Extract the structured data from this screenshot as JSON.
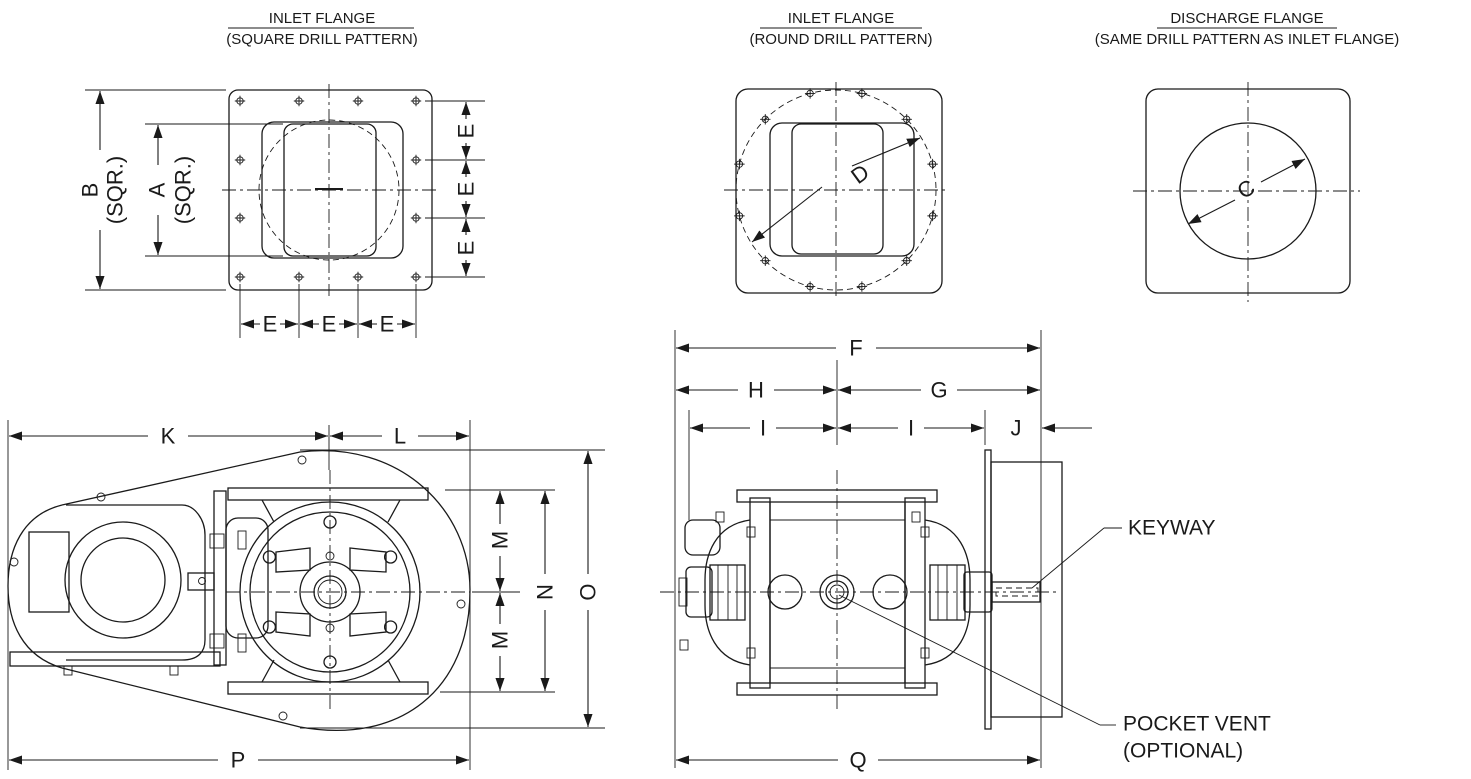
{
  "views": {
    "square_flange": {
      "title_1": "INLET FLANGE",
      "title_2": "(SQUARE DRILL PATTERN)"
    },
    "round_flange": {
      "title_1": "INLET FLANGE",
      "title_2": "(ROUND DRILL PATTERN)"
    },
    "discharge_flange": {
      "title_1": "DISCHARGE FLANGE",
      "title_2": "(SAME DRILL PATTERN AS INLET FLANGE)"
    }
  },
  "dimensions": {
    "A": "A",
    "A_note": "(SQR.)",
    "B": "B",
    "B_note": "(SQR.)",
    "C": "C",
    "D": "D",
    "E": "E",
    "F": "F",
    "G": "G",
    "H": "H",
    "I": "I",
    "J": "J",
    "K": "K",
    "L": "L",
    "M": "M",
    "N": "N",
    "O": "O",
    "P": "P",
    "Q": "Q"
  },
  "callouts": {
    "keyway": "KEYWAY",
    "pocket_vent_1": "POCKET VENT",
    "pocket_vent_2": "(OPTIONAL)"
  }
}
